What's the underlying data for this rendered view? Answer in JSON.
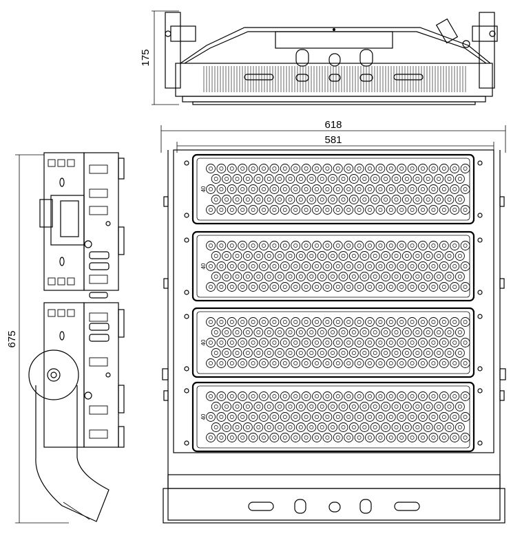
{
  "dimensions": {
    "top_height": "175",
    "overall_width": "618",
    "module_width": "581",
    "side_height": "675"
  },
  "module_marking": "40",
  "colors": {
    "line": "#000000",
    "background": "#ffffff"
  },
  "lens_grid": {
    "modules": 4,
    "rows_per_module": 5,
    "columns_per_row": 25
  }
}
